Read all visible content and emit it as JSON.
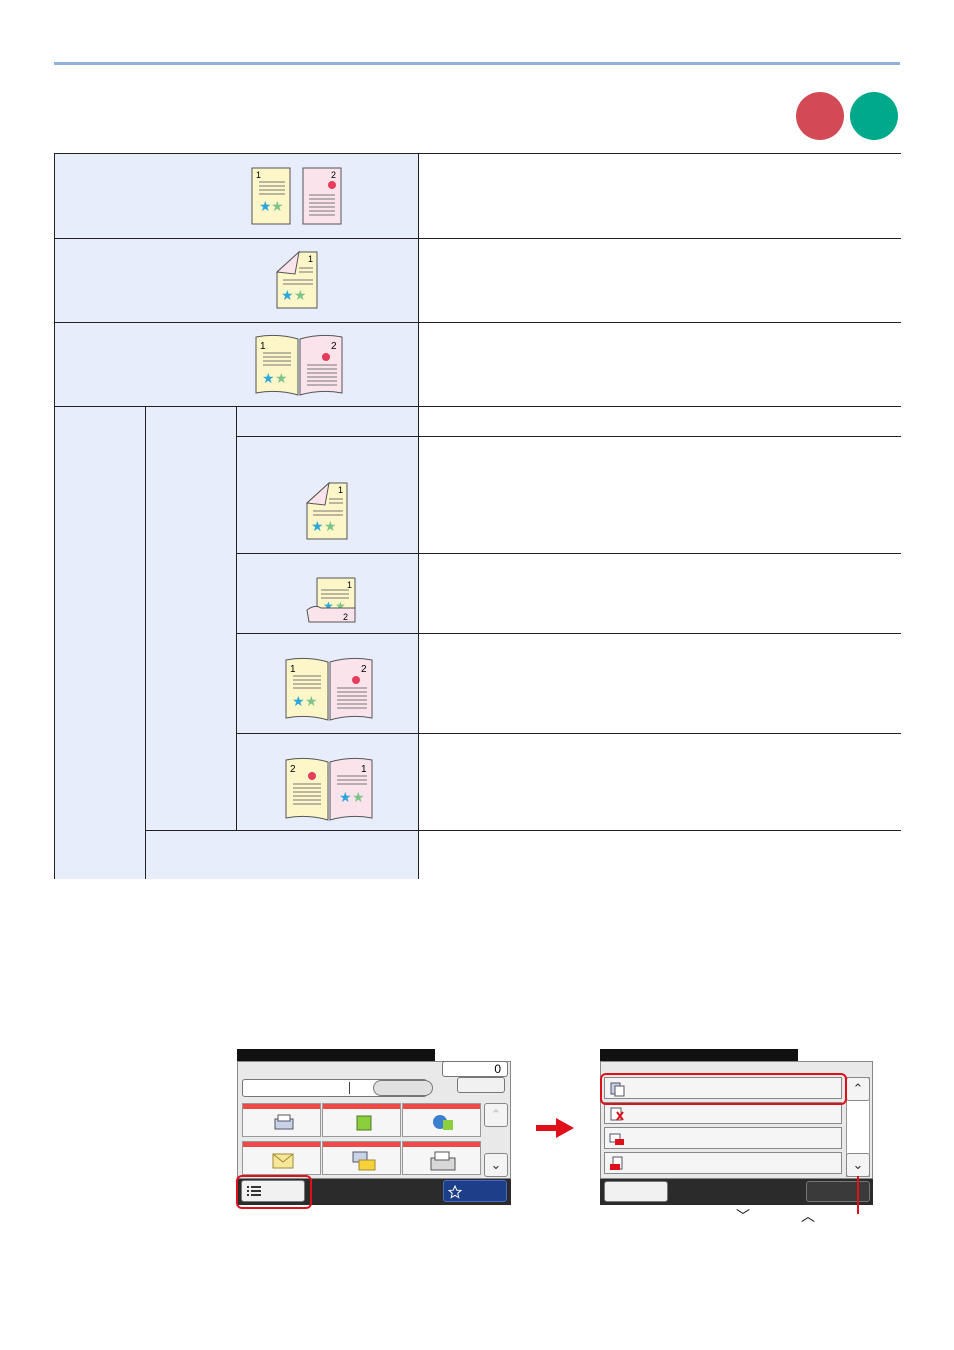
{
  "header": {
    "rule_color": "#8fb1df"
  },
  "badges": [
    {
      "name": "red-mode-badge",
      "color": "#d14a56"
    },
    {
      "name": "green-mode-badge",
      "color": "#00a98a"
    }
  ],
  "table": {
    "rows": [
      {
        "id": "row-1",
        "icon": "two-separate-pages-icon"
      },
      {
        "id": "row-2",
        "icon": "duplex-page-icon"
      },
      {
        "id": "row-3",
        "icon": "open-book-icon"
      },
      {
        "id": "row-4a",
        "icon": ""
      },
      {
        "id": "row-4b",
        "icon": "duplex-page-icon"
      },
      {
        "id": "row-4c",
        "icon": "top-flip-page-icon"
      },
      {
        "id": "row-4d",
        "icon": "open-book-left-binding-icon"
      },
      {
        "id": "row-4e",
        "icon": "open-book-right-binding-icon"
      },
      {
        "id": "row-5",
        "icon": ""
      }
    ]
  },
  "screen_left": {
    "counter": "0",
    "tiles": [
      "copy-icon",
      "send-icon",
      "internet-fax-icon",
      "email-icon",
      "folder-icon",
      "fax-icon"
    ],
    "bottom_buttons": [
      "function-menu-icon",
      "favorites-icon"
    ]
  },
  "screen_right": {
    "list_icons": [
      "original-size-icon",
      "pdf-icon",
      "color-icon",
      "dpi-icon"
    ]
  },
  "carets": {
    "down": "﹀",
    "up": "︿"
  },
  "arrow_color": "#e0101a"
}
